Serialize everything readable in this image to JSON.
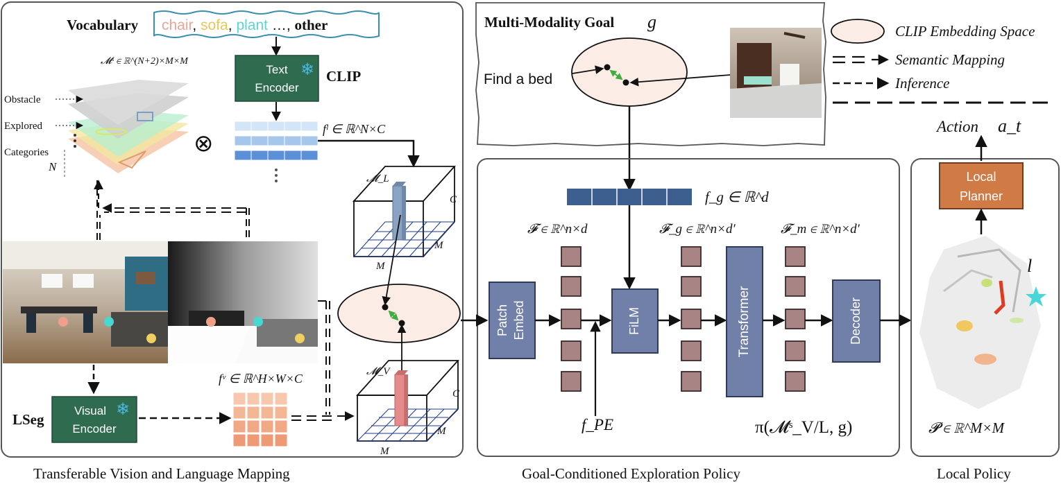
{
  "left_panel": {
    "vocabulary_label": "Vocabulary",
    "vocab_words": [
      {
        "text": "chair",
        "color": "#e8a598"
      },
      {
        "text": "sofa",
        "color": "#e8c65a"
      },
      {
        "text": "plant",
        "color": "#5fd4cf"
      }
    ],
    "vocab_sep": ",",
    "vocab_tail_dots": " …, ",
    "vocab_other": "other",
    "map_math": "𝓜ˢ ∈ ℝ^(N+2)×M×M",
    "layer_obstacle": "Obstacle",
    "layer_explored": "Explored",
    "layer_categories": "Categories",
    "layer_n": "N",
    "text_encoder_line1": "Text",
    "text_encoder_line2": "Encoder",
    "clip_label": "CLIP",
    "fl_math": "fˡ ∈ ℝ^N×C",
    "ml_label": "𝓜_L",
    "mv_label": "𝓜_V",
    "cube_c": "C",
    "cube_m": "M",
    "lseg_label": "LSeg",
    "visual_encoder_line1": "Visual",
    "visual_encoder_line2": "Encoder",
    "fv_math": "fᵛ ∈ ℝ^H×W×C",
    "caption": "Transferable Vision and Language Mapping"
  },
  "goal_box": {
    "title": "Multi-Modality Goal",
    "goal_symbol": "g",
    "find_text": "Find a bed"
  },
  "legend": {
    "clip_space": "CLIP Embedding Space",
    "semantic_mapping": "Semantic Mapping",
    "inference": "Inference"
  },
  "middle_panel": {
    "fg_math": "f_g ∈ ℝ^d",
    "F_math": "𝓕 ∈ ℝ^n×d",
    "Fg_math": "𝓕_g ∈ ℝ^n×d′",
    "Fm_math": "𝓕_m ∈ ℝ^n×d′",
    "patch_embed_line1": "Patch",
    "patch_embed_line2": "Embed",
    "film_label": "FiLM",
    "transformer_label": "Transformer",
    "decoder_label": "Decoder",
    "fpe_math": "f_PE",
    "policy_math": "π(𝓜ˢ_V/L, g)",
    "caption": "Goal-Conditioned Exploration Policy"
  },
  "right_panel": {
    "action_text": "Action",
    "action_symbol": "a_t",
    "local_planner_line1": "Local",
    "local_planner_line2": "Planner",
    "l_symbol": "l",
    "p_math": "𝓟 ∈ ℝ^M×M",
    "caption": "Local Policy"
  },
  "colors": {
    "encoder_green": "#2f6b4e",
    "block_blue": "#7080a8",
    "token_mauve": "#a88485",
    "fg_bar": "#3d5f8f",
    "planner_orange": "#d07a45",
    "ellipse_fill": "#fbece6",
    "star_cyan": "#49d6d6"
  }
}
